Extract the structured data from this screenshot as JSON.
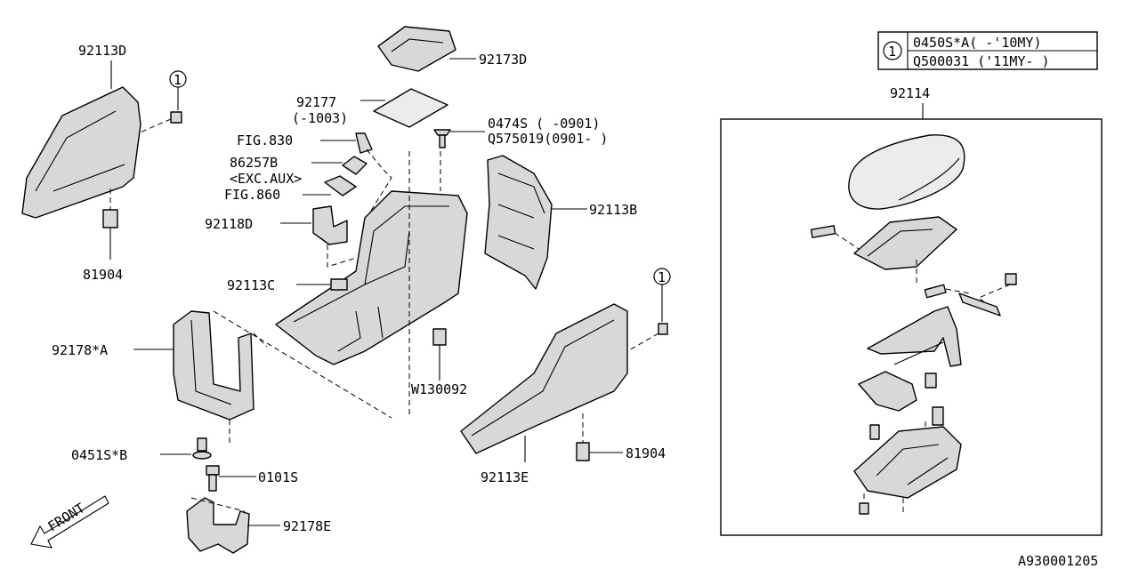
{
  "labels": {
    "p92113d": "92113D",
    "p92173d": "92173D",
    "p92177": "92177",
    "p92177_sub": "(-1003)",
    "fig830": "FIG.830",
    "p86257b": "86257B",
    "exc_aux": "<EXC.AUX>",
    "fig860": "FIG.860",
    "p92118d": "92118D",
    "p92113c": "92113C",
    "p81904_left": "81904",
    "p92178a": "92178*A",
    "p0451sb": "0451S*B",
    "p0101s": "0101S",
    "p92178e": "92178E",
    "p0474s": "0474S  (  -0901)",
    "q575019": "Q575019(0901-  )",
    "p92113b": "92113B",
    "w130092": "W130092",
    "p92113e": "92113E",
    "p81904_right": "81904",
    "p92114": "92114",
    "front": "FRONT",
    "diagram_code": "A930001205"
  },
  "callout": {
    "marker": "1",
    "rows": [
      "0450S*A( -'10MY)",
      "Q500031 ('11MY- )"
    ]
  }
}
